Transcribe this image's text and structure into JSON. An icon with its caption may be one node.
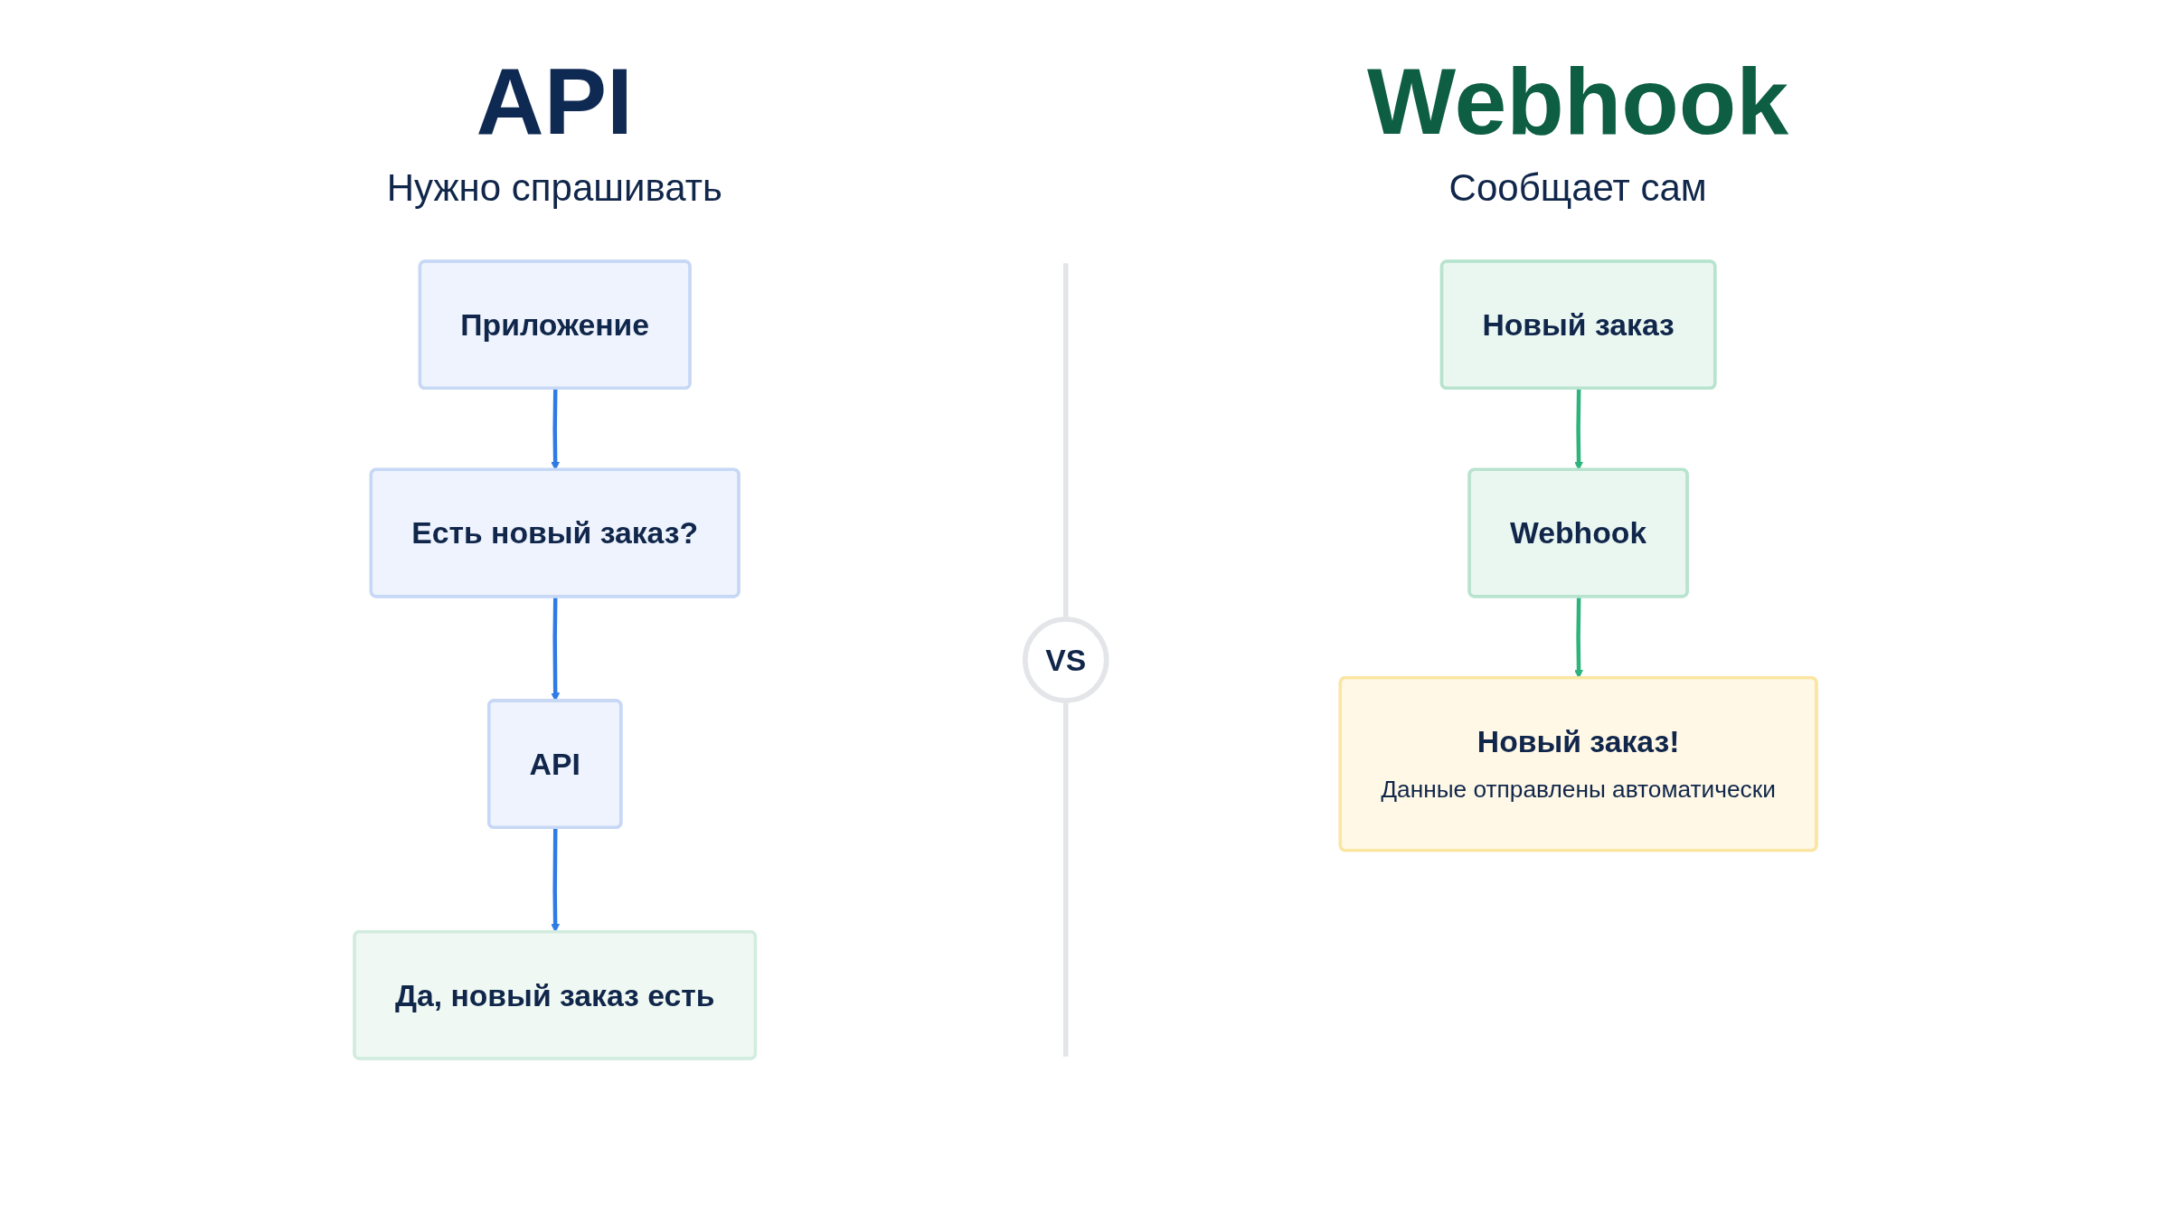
{
  "diagram": {
    "nodes": [
      {
        "text": [
          "Приложение"
        ]
      },
      {
        "text": [
          "Есть новый заказ?"
        ]
      },
      {
        "text": [
          "API"
        ]
      },
      {
        "text": [
          "Да, новый заказ есть"
        ]
      },
      {
        "text": [
          "VS"
        ]
      },
      {
        "text": [
          "Новый заказ"
        ]
      },
      {
        "text": [
          "Webhook"
        ]
      },
      {
        "text": [
          "Новый заказ!",
          "Данные отправлены автоматически"
        ]
      }
    ],
    "edges": [
      {
        "from": 0,
        "to": 1,
        "arrow": "to"
      },
      {
        "from": 1,
        "to": 2,
        "arrow": "to"
      },
      {
        "from": 2,
        "to": 3,
        "arrow": "to"
      },
      {
        "from": 5,
        "to": 6,
        "arrow": "to",
        "color": "#2db37c"
      },
      {
        "from": 6,
        "to": 7,
        "arrow": "to",
        "color": "#2db37c"
      }
    ],
    "labels": [
      "API",
      "Нужно спрашивать",
      "Webhook",
      "Сообщает сам"
    ]
  }
}
